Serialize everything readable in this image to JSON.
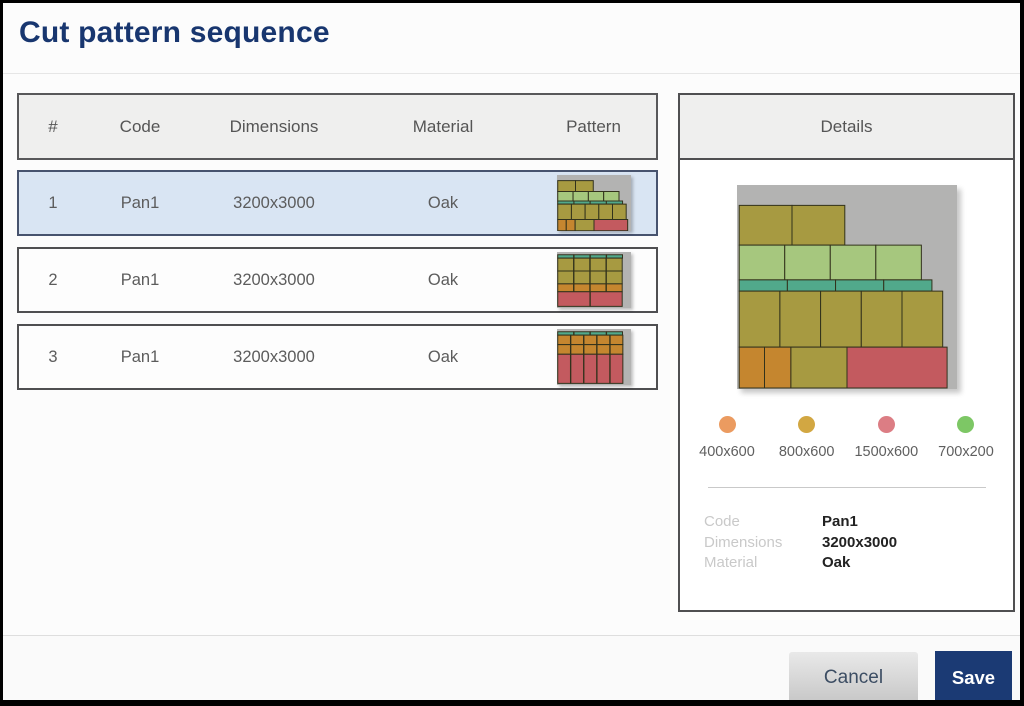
{
  "dialog": {
    "title": "Cut pattern sequence"
  },
  "table": {
    "headers": [
      "#",
      "Code",
      "Dimensions",
      "Material",
      "Pattern"
    ],
    "rows": [
      {
        "num": "1",
        "code": "Pan1",
        "dimensions": "3200x3000",
        "material": "Oak",
        "pattern": "pattern1",
        "selected": true
      },
      {
        "num": "2",
        "code": "Pan1",
        "dimensions": "3200x3000",
        "material": "Oak",
        "pattern": "pattern2",
        "selected": false
      },
      {
        "num": "3",
        "code": "Pan1",
        "dimensions": "3200x3000",
        "material": "Oak",
        "pattern": "pattern3",
        "selected": false
      }
    ]
  },
  "details": {
    "title": "Details",
    "pattern": "pattern1",
    "legend": [
      {
        "label": "400x600",
        "color": "#eb9b60"
      },
      {
        "label": "800x600",
        "color": "#d2a742"
      },
      {
        "label": "1500x600",
        "color": "#dc7d84"
      },
      {
        "label": "700x200",
        "color": "#7dc765"
      }
    ],
    "fields": [
      {
        "label": "Code",
        "value": "Pan1"
      },
      {
        "label": "Dimensions",
        "value": "3200x3000"
      },
      {
        "label": "Material",
        "value": "Oak"
      }
    ]
  },
  "footer": {
    "cancel_label": "Cancel",
    "save_label": "Save"
  },
  "colors": {
    "accent_navy": "#1b3a74",
    "selected_row_bg": "#d9e5f3"
  },
  "pattern_colors": {
    "stock": "#b3b3b2",
    "olive": "#a79a41",
    "green": "#a6c77e",
    "teal": "#51a98b",
    "orange": "#c5862f",
    "red": "#c35a5f"
  },
  "pattern_stroke": "#32321c",
  "patterns": {
    "pattern1": [
      [
        "olive",
        1,
        10,
        24,
        19.5
      ],
      [
        "olive",
        25,
        10,
        24,
        19.5
      ],
      [
        "green",
        1,
        29.5,
        20.7,
        17
      ],
      [
        "green",
        21.7,
        29.5,
        20.7,
        17
      ],
      [
        "green",
        42.4,
        29.5,
        20.7,
        17
      ],
      [
        "green",
        63.1,
        29.5,
        20.7,
        17
      ],
      [
        "teal",
        1,
        46.5,
        21.9,
        5.5
      ],
      [
        "teal",
        22.9,
        46.5,
        21.9,
        5.5
      ],
      [
        "teal",
        44.8,
        46.5,
        21.9,
        5.5
      ],
      [
        "teal",
        66.7,
        46.5,
        21.9,
        5.5
      ],
      [
        "olive",
        1,
        52,
        18.5,
        27.5
      ],
      [
        "olive",
        19.5,
        52,
        18.5,
        27.5
      ],
      [
        "olive",
        38,
        52,
        18.5,
        27.5
      ],
      [
        "olive",
        56.5,
        52,
        18.5,
        27.5
      ],
      [
        "olive",
        75,
        52,
        18.5,
        27.5
      ],
      [
        "orange",
        1,
        79.5,
        11.5,
        20
      ],
      [
        "orange",
        12.5,
        79.5,
        12,
        20
      ],
      [
        "olive",
        24.5,
        79.5,
        25.5,
        20
      ],
      [
        "red",
        50,
        79.5,
        45.5,
        20
      ]
    ],
    "pattern2": [
      [
        "teal",
        1,
        5,
        21.5,
        6
      ],
      [
        "teal",
        23,
        5,
        21.5,
        6
      ],
      [
        "teal",
        45,
        5,
        21.5,
        6
      ],
      [
        "teal",
        67,
        5,
        21.5,
        6
      ],
      [
        "olive",
        1,
        11,
        21.4,
        23
      ],
      [
        "olive",
        22.9,
        11,
        21.4,
        23
      ],
      [
        "olive",
        44.8,
        11,
        21.4,
        23
      ],
      [
        "olive",
        66.7,
        11,
        21.4,
        23
      ],
      [
        "olive",
        1,
        34,
        21.4,
        23
      ],
      [
        "olive",
        22.9,
        34,
        21.4,
        23
      ],
      [
        "olive",
        44.8,
        34,
        21.4,
        23
      ],
      [
        "olive",
        66.7,
        34,
        21.4,
        23
      ],
      [
        "orange",
        1,
        57,
        21.4,
        14
      ],
      [
        "orange",
        22.9,
        57,
        21.4,
        14
      ],
      [
        "orange",
        44.8,
        57,
        21.4,
        14
      ],
      [
        "orange",
        66.7,
        57,
        21.4,
        14
      ],
      [
        "red",
        1,
        71,
        43.5,
        26
      ],
      [
        "red",
        45,
        71,
        43.1,
        26
      ]
    ],
    "pattern3": [
      [
        "teal",
        1,
        5,
        21.5,
        6
      ],
      [
        "teal",
        23,
        5,
        21.5,
        6
      ],
      [
        "teal",
        45,
        5,
        21.5,
        6
      ],
      [
        "teal",
        67,
        5,
        21.5,
        6
      ],
      [
        "orange",
        1,
        11,
        17.2,
        17
      ],
      [
        "orange",
        18.7,
        11,
        17.2,
        17
      ],
      [
        "orange",
        36.4,
        11,
        17.2,
        17
      ],
      [
        "orange",
        54.1,
        11,
        17.2,
        17
      ],
      [
        "orange",
        71.8,
        11,
        17.2,
        17
      ],
      [
        "orange",
        1,
        28,
        17.2,
        17
      ],
      [
        "orange",
        18.7,
        28,
        17.2,
        17
      ],
      [
        "orange",
        36.4,
        28,
        17.2,
        17
      ],
      [
        "orange",
        54.1,
        28,
        17.2,
        17
      ],
      [
        "orange",
        71.8,
        28,
        17.2,
        17
      ],
      [
        "red",
        1,
        45,
        17.2,
        52
      ],
      [
        "red",
        18.7,
        45,
        17.2,
        52
      ],
      [
        "red",
        36.4,
        45,
        17.2,
        52
      ],
      [
        "red",
        54.1,
        45,
        17.2,
        52
      ],
      [
        "red",
        71.8,
        45,
        17.2,
        52
      ]
    ]
  }
}
